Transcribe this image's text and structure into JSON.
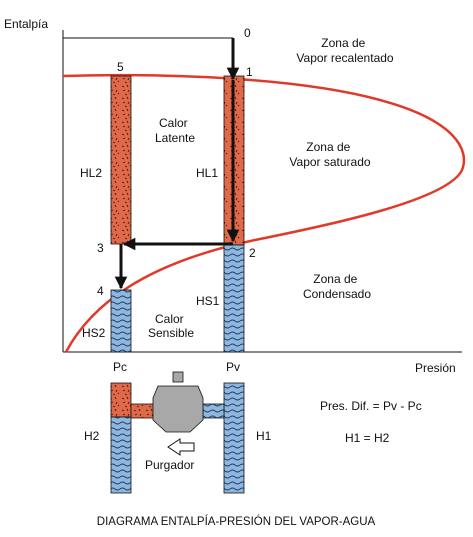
{
  "labels": {
    "y_axis": "Entalpía",
    "x_axis": "Presión",
    "p0": "0",
    "p1": "1",
    "p2": "2",
    "p3": "3",
    "p4": "4",
    "p5": "5",
    "zone_superheated_1": "Zona de",
    "zone_superheated_2": "Vapor recalentado",
    "zone_saturated_1": "Zona de",
    "zone_saturated_2": "Vapor saturado",
    "zone_condensate_1": "Zona de",
    "zone_condensate_2": "Condensado",
    "latent_1": "Calor",
    "latent_2": "Latente",
    "sensible_1": "Calor",
    "sensible_2": "Sensible",
    "hl1": "HL1",
    "hl2": "HL2",
    "hs1": "HS1",
    "hs2": "HS2",
    "pc": "Pc",
    "pv": "Pv",
    "h1": "H1",
    "h2": "H2",
    "pres_dif": "Pres. Dif. = Pv - Pc",
    "h_equal": "H1 = H2",
    "trap": "Purgador",
    "caption": "DIAGRAMA ENTALPÍA-PRESIÓN DEL VAPOR-AGUA"
  },
  "colors": {
    "curve": "#e03a2a",
    "latent_fill": "#e0694a",
    "sensible_fill": "#8fb6dd",
    "trap_body": "#a8a8a8",
    "line": "#111111"
  }
}
